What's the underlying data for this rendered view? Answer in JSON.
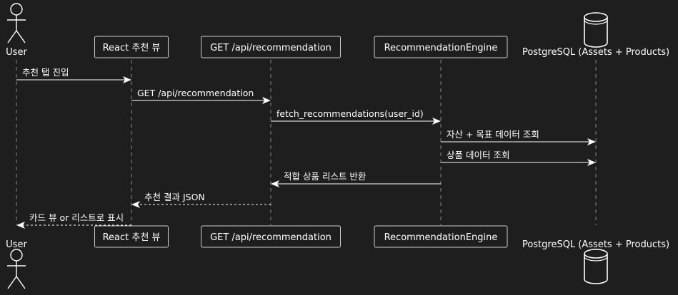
{
  "diagram": {
    "participants": [
      {
        "id": "user",
        "kind": "actor",
        "label": "User"
      },
      {
        "id": "view",
        "kind": "box",
        "label": "React 추천 뷰"
      },
      {
        "id": "api",
        "kind": "box",
        "label": "GET /api/recommendation"
      },
      {
        "id": "engine",
        "kind": "box",
        "label": "RecommendationEngine"
      },
      {
        "id": "db",
        "kind": "database",
        "label": "PostgreSQL (Assets + Products)"
      }
    ],
    "messages": [
      {
        "from": "user",
        "to": "view",
        "label": "추천 탭 진입",
        "style": "solid"
      },
      {
        "from": "view",
        "to": "api",
        "label": "GET /api/recommendation",
        "style": "solid"
      },
      {
        "from": "api",
        "to": "engine",
        "label": "fetch_recommendations(user_id)",
        "style": "solid"
      },
      {
        "from": "engine",
        "to": "db",
        "label": "자산 + 목표 데이터 조회",
        "style": "solid"
      },
      {
        "from": "engine",
        "to": "db",
        "label": "상품 데이터 조회",
        "style": "solid"
      },
      {
        "from": "engine",
        "to": "api",
        "label": "적합 상품 리스트 반환",
        "style": "solid"
      },
      {
        "from": "api",
        "to": "view",
        "label": "추천 결과 JSON",
        "style": "dashed"
      },
      {
        "from": "view",
        "to": "user",
        "label": "카드 뷰 or 리스트로 표시",
        "style": "dashed"
      }
    ],
    "colors": {
      "background": "#1e1e1e",
      "line": "#ffffff",
      "lifeline": "#888888",
      "box_border": "#cccccc"
    }
  }
}
